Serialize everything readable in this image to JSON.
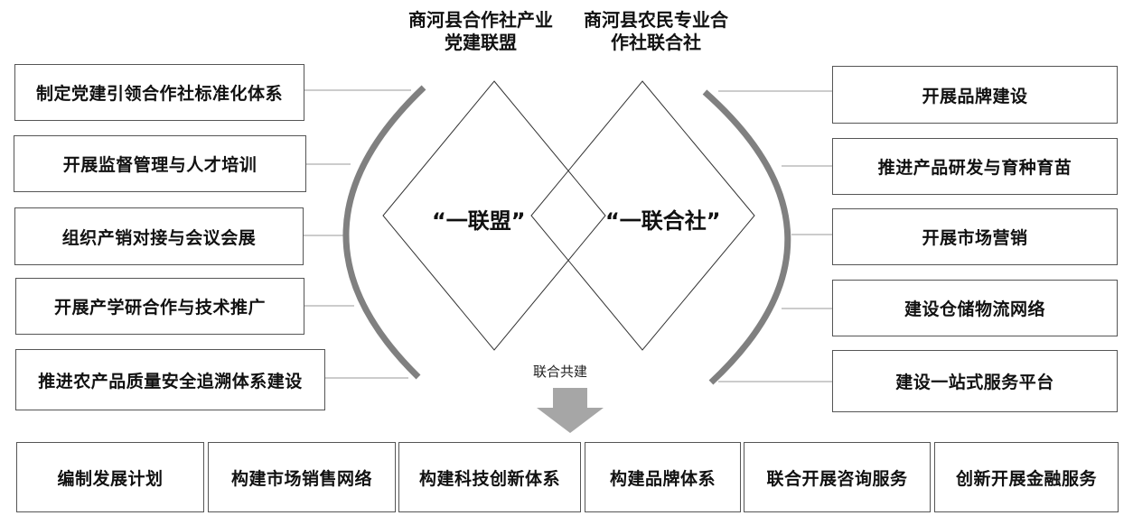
{
  "titles": {
    "left": [
      "商河县合作社产业",
      "党建联盟"
    ],
    "right": [
      "商河县农民专业合",
      "作社联合社"
    ]
  },
  "center": {
    "left": "“一联盟”",
    "right": "“一联合社”"
  },
  "left_items": [
    "制定党建引领合作社标准化体系",
    "开展监督管理与人才培训",
    "组织产销对接与会议会展",
    "开展产学研合作与技术推广",
    "推进农产品质量安全追溯体系建设"
  ],
  "right_items": [
    "开展品牌建设",
    "推进产品研发与育种育苗",
    "开展市场营销",
    "建设仓储物流网络",
    "建设一站式服务平台"
  ],
  "arrow_label": "联合共建",
  "bottom_items": [
    "编制发展计划",
    "构建市场销售网络",
    "构建科技创新体系",
    "构建品牌体系",
    "联合开展咨询服务",
    "创新开展金融服务"
  ],
  "colors": {
    "bracket": "#808080",
    "arrow": "#a6a6a6",
    "box_border": "#555555",
    "diamond_stroke": "#333333"
  }
}
